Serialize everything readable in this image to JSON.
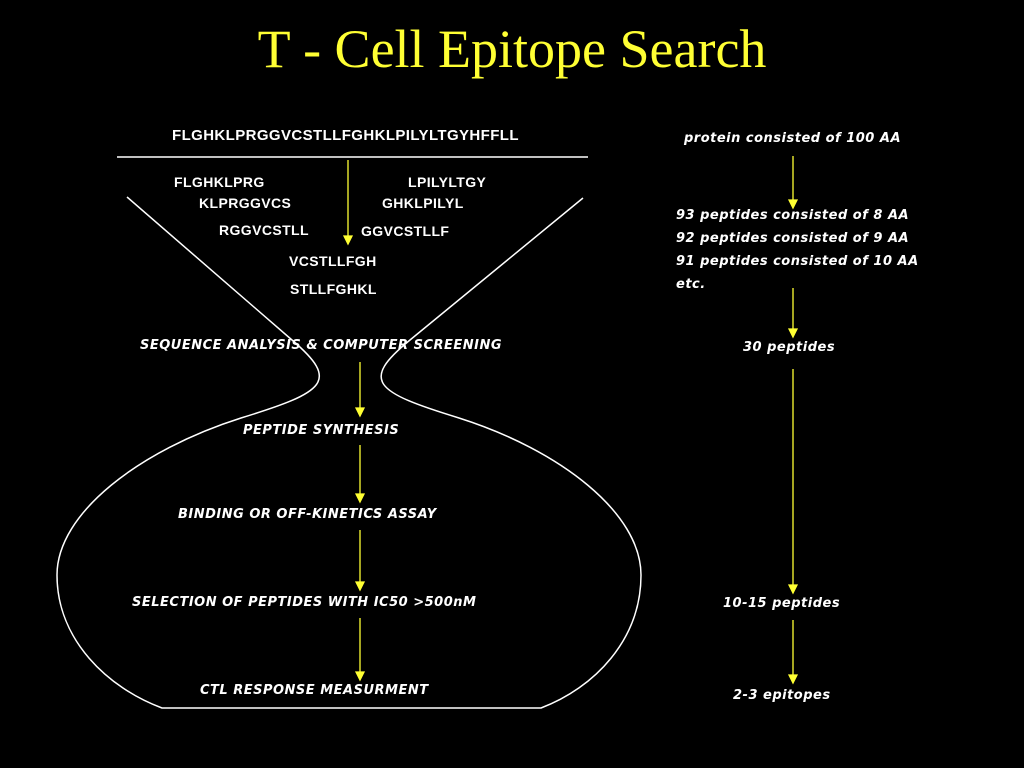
{
  "title": "T - Cell Epitope Search",
  "colors": {
    "background": "#000000",
    "title": "#ffff33",
    "arrow": "#ffff33",
    "outline": "#ffffff",
    "text": "#ffffff"
  },
  "funnel": {
    "full_sequence": "FLGHKLPRGGVCSTLLFGHKLPILYLTGYHFFLL",
    "fragments": {
      "f1": "FLGHKLPRG",
      "f2": "KLPRGGVCS",
      "f3": "RGGVCSTLL",
      "f4": "LPILYLTGY",
      "f5": "GHKLPILYL",
      "f6": "GGVCSTLLF",
      "f7": "VCSTLLFGH",
      "f8": "STLLFGHKL"
    }
  },
  "steps": {
    "s1": "SEQUENCE ANALYSIS & COMPUTER SCREENING",
    "s2": "PEPTIDE SYNTHESIS",
    "s3": "BINDING OR OFF-KINETICS ASSAY",
    "s4": "SELECTION OF PEPTIDES  WITH IC50 >500nM",
    "s5": "CTL  RESPONSE MEASURMENT"
  },
  "counts": {
    "protein": "protein consisted of 100 AA",
    "pep8": "93 peptides consisted of 8 AA",
    "pep9": "92 peptides consisted of 9 AA",
    "pep10": "91 peptides consisted of 10 AA",
    "etc": "etc.",
    "screened": "30 peptides",
    "selected": "10-15 peptides",
    "epitopes": "2-3 epitopes"
  }
}
